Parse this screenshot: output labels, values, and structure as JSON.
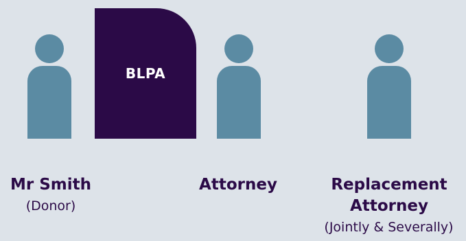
{
  "colors": {
    "background": "#dde3e9",
    "figure": "#5b8ba3",
    "document": "#2b0a47",
    "text": "#2b0a47",
    "document_text": "#ffffff"
  },
  "document": {
    "label": "BLPA"
  },
  "donor": {
    "name": "Mr Smith",
    "role": "(Donor)"
  },
  "attorney": {
    "name": "Attorney"
  },
  "replacement": {
    "name_line1": "Replacement",
    "name_line2": "Attorney",
    "role": "(Jointly & Severally)"
  }
}
